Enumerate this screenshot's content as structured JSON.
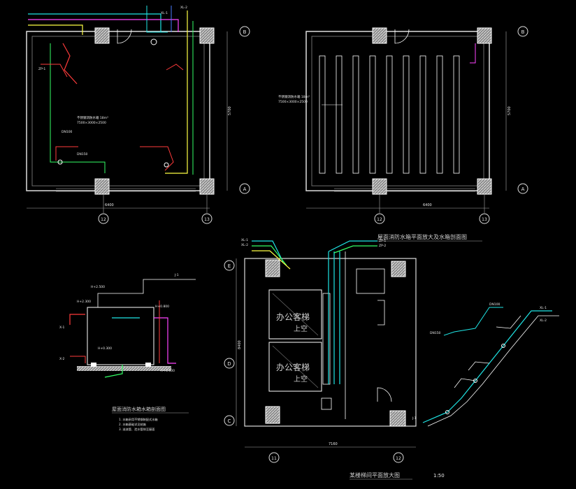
{
  "drawing": {
    "title_plan_enlarge": "屋面消防水箱平面放大及水箱剖面图",
    "title_tank_section": "屋面消防水箱水箱剖面图",
    "title_stair_plan": "某楼梯间平面放大图",
    "scale_label": "1:50",
    "elevator_label_1": "办公客梯",
    "elevator_label_2": "上空",
    "axis_bubbles": {
      "left_plan_top": "B",
      "left_plan_bottom": "A",
      "left_plan_bottom_left": "12",
      "left_plan_bottom_right": "13",
      "right_plan_top": "B",
      "right_plan_bottom": "A",
      "right_plan_bottom_left": "12",
      "right_plan_bottom_right": "13",
      "stair_top": "E",
      "stair_mid": "D",
      "stair_bottom": "C",
      "stair_bottom_left": "11",
      "stair_bottom_right": "12"
    },
    "dims": {
      "left_plan_width": "6400",
      "left_plan_height": "5700",
      "right_plan_width": "6400",
      "right_plan_height": "5700",
      "stair_width": "7160",
      "stair_height": "8400"
    },
    "pipe_tags": [
      "XL-1",
      "XL-2",
      "ZP-1",
      "ZP-2",
      "DN100",
      "DN150",
      "J-1",
      "X-1",
      "X-2"
    ],
    "tank_note": "不锈钢消防水箱 18m³",
    "tank_spec": "7500×3000×2500",
    "levels": [
      "H+2.500",
      "H+0.300",
      "H+0.100",
      "H+2.300",
      "H+0.800"
    ],
    "legend_notes": [
      "1. 水箱采用不锈钢装配式水箱",
      "2. 水箱基础详见结施",
      "3. 溢流管、泄水管排至屋面"
    ]
  },
  "colors": {
    "wall": "#ffffff",
    "pipe_cyan": "#1fe6e6",
    "pipe_magenta": "#ff44ff",
    "pipe_yellow": "#ffff44",
    "pipe_red": "#ff3b3b",
    "pipe_green": "#33ff66",
    "pipe_blue": "#4a7dff",
    "column_fill": "#b5b5b5"
  }
}
